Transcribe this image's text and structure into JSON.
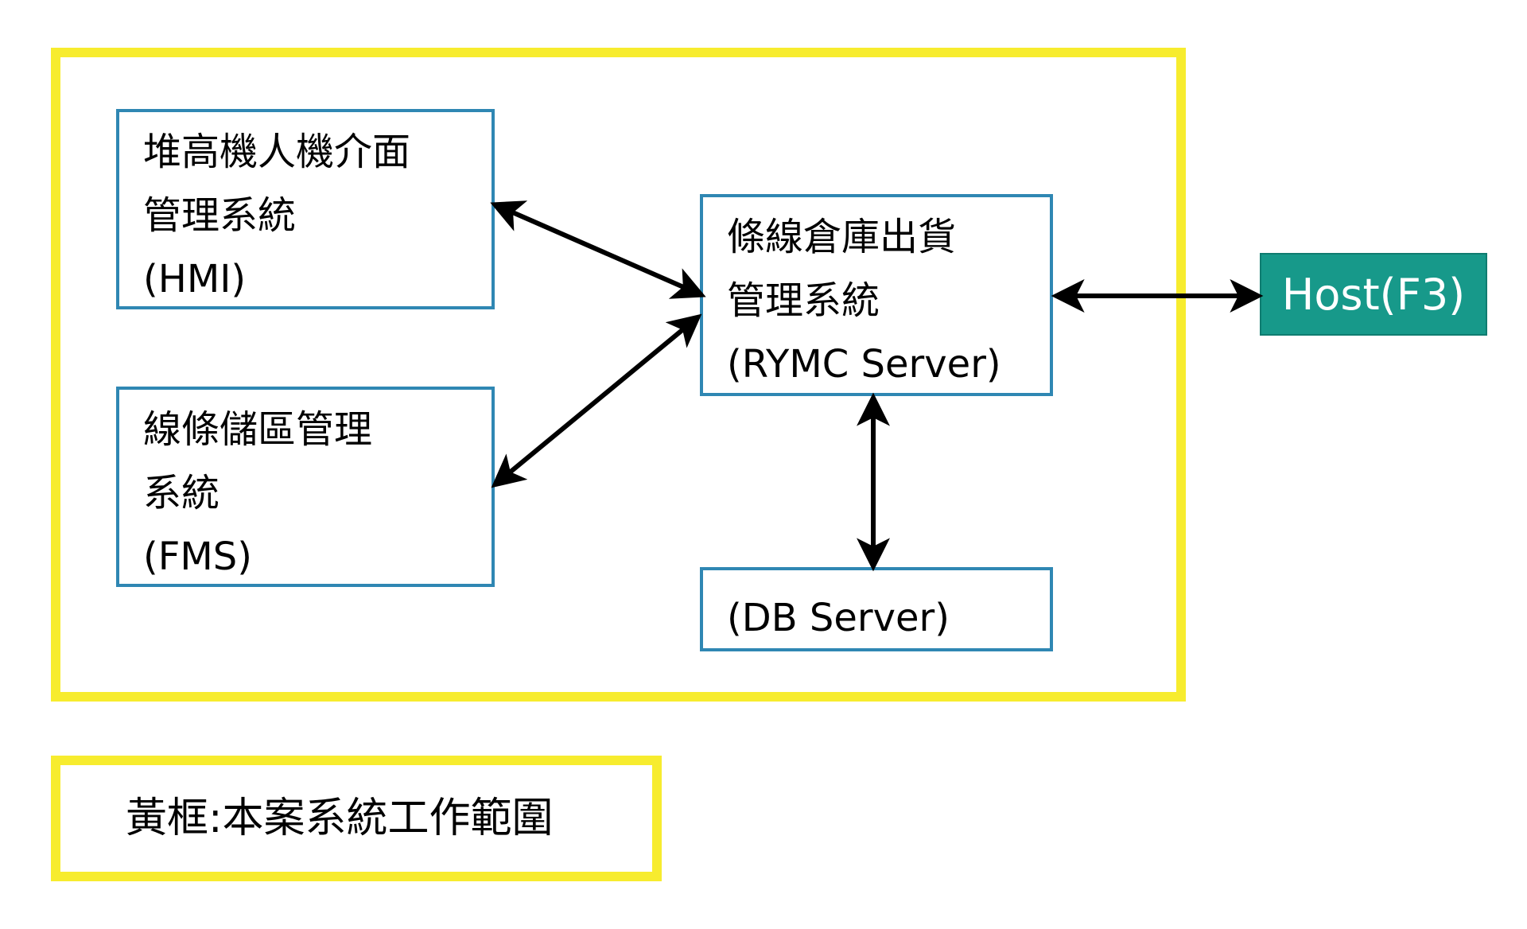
{
  "nodes": {
    "hmi": {
      "lines": [
        "堆高機人機介面",
        "管理系統",
        "(HMI)"
      ]
    },
    "fms": {
      "lines": [
        "線條儲區管理",
        "系統",
        "(FMS)"
      ]
    },
    "rymc": {
      "lines": [
        "條線倉庫出貨",
        "管理系統",
        "(RYMC Server)"
      ]
    },
    "db": {
      "lines": [
        "(DB Server)"
      ]
    },
    "host": {
      "label": "Host(F3)"
    }
  },
  "legend": {
    "text": "黃框:本案系統工作範圍"
  },
  "colors": {
    "scope_frame": "#f7ec2e",
    "node_border": "#2f87b3",
    "host_fill": "#17998a",
    "arrow": "#000000"
  },
  "connections": [
    {
      "from": "hmi",
      "to": "rymc",
      "direction": "both"
    },
    {
      "from": "fms",
      "to": "rymc",
      "direction": "both"
    },
    {
      "from": "rymc",
      "to": "host",
      "direction": "both"
    },
    {
      "from": "rymc",
      "to": "db",
      "direction": "both"
    }
  ]
}
